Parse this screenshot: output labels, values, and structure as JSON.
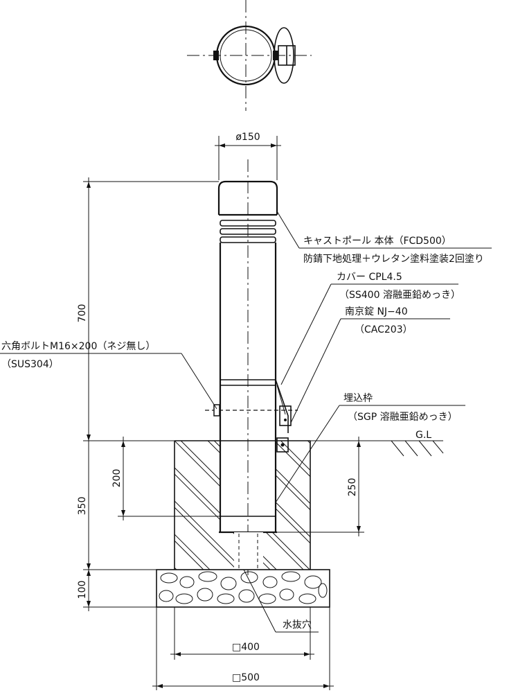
{
  "labels": {
    "body_line1": "キャストポール 本体（FCD500）",
    "body_line2": "防錆下地処理＋ウレタン塗料塗装2回塗り",
    "cover_line1": "カバー CPL4.5",
    "cover_line2": "（SS400 溶融亜鉛めっき）",
    "lock_line1": "南京錠 NJ−40",
    "lock_line2": "（CAC203）",
    "bolt_line1": "六角ボルトM16×200（ネジ無し）",
    "bolt_line2": "（SUS304）",
    "sleeve_line1": "埋込枠",
    "sleeve_line2": "（SGP 溶融亜鉛めっき）",
    "gl": "G.L",
    "drain": "水抜穴"
  },
  "dimensions": {
    "diameter": "ø150",
    "height": "700",
    "embed_depth": "200",
    "foundation_depth": "350",
    "sleeve_depth": "250",
    "base_thickness": "100",
    "inner_width": "□400",
    "outer_width": "□500"
  }
}
